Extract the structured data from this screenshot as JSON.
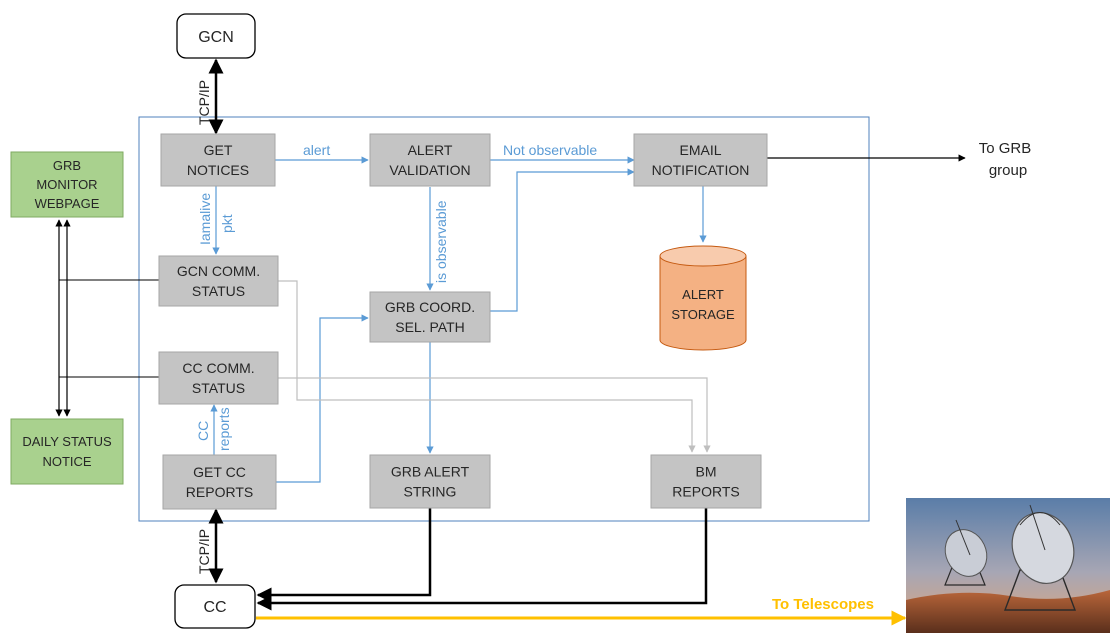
{
  "colors": {
    "gray_box": "#c4c4c4",
    "gray_box_edge": "#a6a6a6",
    "green_box": "#a9d18e",
    "green_box_edge": "#7faa61",
    "blue_arrow": "#5b9bd5",
    "gray_arrow": "#bfbfbf",
    "black_arrow": "#000000",
    "yellow_arrow": "#ffc000",
    "storage_fill": "#f4b183",
    "storage_edge": "#c55a11",
    "frame": "#4f81bd",
    "text_dark": "#262626",
    "text_blue": "#5b9bd5"
  },
  "nodes": {
    "gcn": [
      "GCN"
    ],
    "cc": [
      "CC"
    ],
    "get_notices": [
      "GET",
      "NOTICES"
    ],
    "alert_validation": [
      "ALERT",
      "VALIDATION"
    ],
    "email_notification": [
      "EMAIL",
      "NOTIFICATION"
    ],
    "gcn_comm_status": [
      "GCN COMM.",
      "STATUS"
    ],
    "grb_coord": [
      "GRB COORD.",
      "SEL. PATH"
    ],
    "cc_comm_status": [
      "CC COMM.",
      "STATUS"
    ],
    "get_cc_reports": [
      "GET CC",
      "REPORTS"
    ],
    "grb_alert_string": [
      "GRB ALERT",
      "STRING"
    ],
    "bm_reports": [
      "BM",
      "REPORTS"
    ],
    "grb_monitor": [
      "GRB",
      "MONITOR",
      "WEBPAGE"
    ],
    "daily_status": [
      "DAILY STATUS",
      "NOTICE"
    ],
    "alert_storage": [
      "ALERT",
      "STORAGE"
    ]
  },
  "labels": {
    "tcpip_top": "TCP/IP",
    "tcpip_bottom": "TCP/IP",
    "alert": "alert",
    "not_observable": "Not observable",
    "is_observable": "is observable",
    "iamalive_1": "Iamalive",
    "iamalive_2": "pkt",
    "cc_reports_1": "CC",
    "cc_reports_2": "reports",
    "to_grb_1": "To GRB",
    "to_grb_2": "group",
    "to_telescopes": "To Telescopes"
  }
}
